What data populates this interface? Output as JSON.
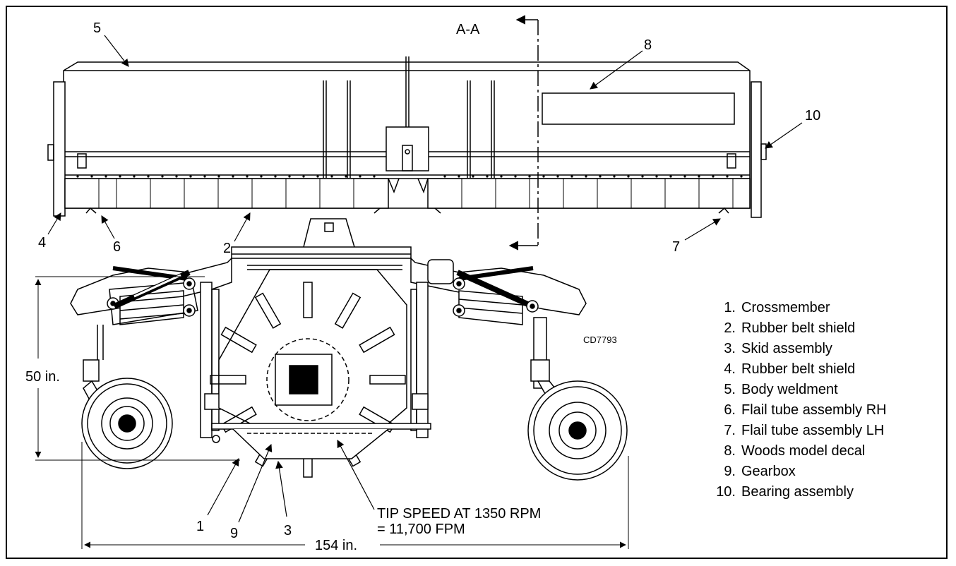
{
  "section_label": "A-A",
  "callouts": {
    "c1": "1",
    "c2": "2",
    "c3": "3",
    "c4": "4",
    "c5": "5",
    "c6": "6",
    "c7": "7",
    "c8": "8",
    "c9": "9",
    "c10": "10"
  },
  "drawing_code": "CD7793",
  "dimensions": {
    "height": "50 in.",
    "width": "154 in."
  },
  "tip_speed": {
    "line1": "TIP SPEED AT 1350 RPM",
    "line2": "= 11,700 FPM"
  },
  "legend": [
    {
      "num": "1.",
      "label": "Crossmember"
    },
    {
      "num": "2.",
      "label": "Rubber belt shield"
    },
    {
      "num": "3.",
      "label": "Skid assembly"
    },
    {
      "num": "4.",
      "label": "Rubber belt shield"
    },
    {
      "num": "5.",
      "label": "Body weldment"
    },
    {
      "num": "6.",
      "label": "Flail tube assembly RH"
    },
    {
      "num": "7.",
      "label": "Flail tube assembly LH"
    },
    {
      "num": "8.",
      "label": "Woods model decal"
    },
    {
      "num": "9.",
      "label": "Gearbox"
    },
    {
      "num": "10.",
      "label": "Bearing assembly"
    }
  ]
}
